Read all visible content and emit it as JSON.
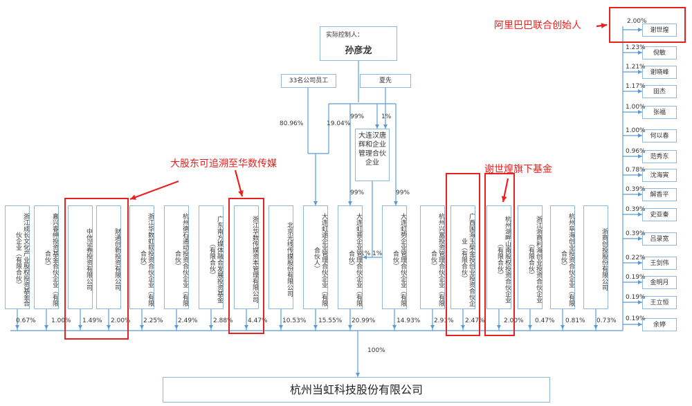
{
  "controller": {
    "label": "实际控制人：",
    "name": "孙彦龙"
  },
  "employees": "33名公司员工",
  "xiaxian": "夏先",
  "gp": "大连汉唐辉和企业管理合伙企业",
  "company": "杭州当虹科技股份有限公司",
  "total_pct": "100%",
  "mid_pcts": {
    "emp_to_dalian": "80.96%",
    "ctrl_to_dalian": "19.04%",
    "ctrl_to_gp": "99%",
    "xia_to_gp": "1%",
    "gp_to_hongpu": "99%",
    "gp_to_hongjun": "99%",
    "left_1": "1%",
    "right_1": "1%"
  },
  "bottom_entities": [
    {
      "name": "浙江成长文化产业股权投资基金合伙企业（有限合伙）",
      "pct": "0.67%"
    },
    {
      "name": "嘉兴睿绅投资基金合伙企业（有限合伙）",
      "pct": "1.00%"
    },
    {
      "name": "中信证券投资有限公司",
      "pct": "1.49%"
    },
    {
      "name": "财通创新投资有限公司",
      "pct": "2.00%"
    },
    {
      "name": "浙江华数虹软投资合伙企业（有限合伙）",
      "pct": "2.25%"
    },
    {
      "name": "杭州德石通动投资合伙企业（有限合伙）",
      "pct": "2.49%"
    },
    {
      "name": "广东南方媒体融合发展投资基金（有限合伙）",
      "pct": "2.88%"
    },
    {
      "name": "浙江华数传媒资本管理有限公司",
      "pct": "4.47%"
    },
    {
      "name": "北京光线传媒股份有限公司",
      "pct": "10.53%"
    },
    {
      "name": "大连虹途企业管理合伙企业（有限合伙人）",
      "pct": "15.55%"
    },
    {
      "name": "大连虹普企业管理合伙企业（有限合伙）",
      "pct": "20.99%"
    },
    {
      "name": "大连虹势企业管理合伙企业（有限合伙）",
      "pct": "14.93%"
    },
    {
      "name": "杭州兴富投资管理合伙企业（有限合伙）",
      "pct": "2.91%"
    },
    {
      "name": "广西国海玉柴金投创业投资合伙企业（有限合伙）",
      "pct": "2.47%"
    },
    {
      "name": "杭州湖畔山南股权投资合伙企业（有限合伙）",
      "pct": "2.00%"
    },
    {
      "name": "浙江浙商利海创业投资合伙企业（有限合伙）",
      "pct": "0.47%"
    },
    {
      "name": "杭州阜海创业投资合伙企业（有限合伙）",
      "pct": "0.81%"
    },
    {
      "name": "浙商创投股份有限公司",
      "pct": "0.73%"
    }
  ],
  "individuals": [
    {
      "name": "谢世煌",
      "pct": "2.00%"
    },
    {
      "name": "倪敏",
      "pct": "1.23%"
    },
    {
      "name": "谢晓峰",
      "pct": "1.21%"
    },
    {
      "name": "田杰",
      "pct": "1.17%"
    },
    {
      "name": "张福",
      "pct": "1.00%"
    },
    {
      "name": "何以春",
      "pct": "1.00%"
    },
    {
      "name": "范秀东",
      "pct": "0.96%"
    },
    {
      "name": "沈海寅",
      "pct": "0.78%"
    },
    {
      "name": "解香平",
      "pct": "0.39%"
    },
    {
      "name": "史亚秦",
      "pct": "0.39%"
    },
    {
      "name": "吕录宽",
      "pct": "0.39%"
    },
    {
      "name": "王剑伟",
      "pct": "0.22%"
    },
    {
      "name": "金明月",
      "pct": "0.19%"
    },
    {
      "name": "王立恒",
      "pct": "0.19%"
    },
    {
      "name": "余婷",
      "pct": "0.19%"
    }
  ],
  "annotations": {
    "alibaba": "阿里巴巴联合创始人",
    "major": "大股东可追溯至华数传媒",
    "xie_funds": "谢世煌旗下基金"
  },
  "colors": {
    "line": "#5b9bd5",
    "box_border": "#8fb8d8",
    "highlight": "#e8201e"
  }
}
